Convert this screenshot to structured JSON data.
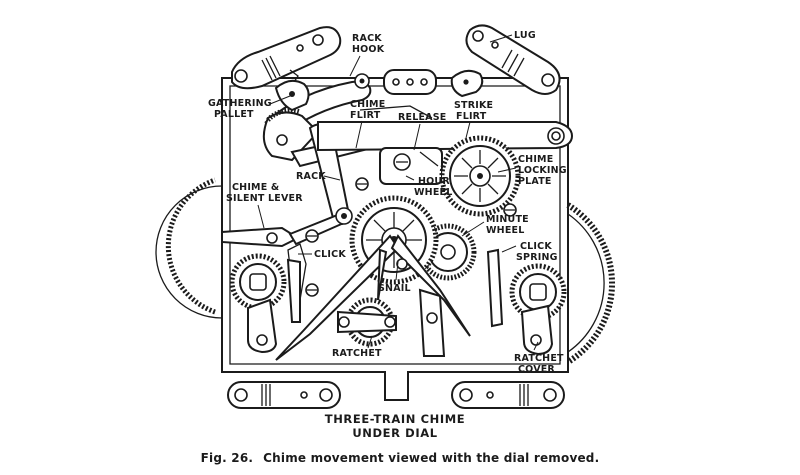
{
  "diagram": {
    "title_lines": [
      "THREE-TRAIN CHIME",
      "UNDER DIAL"
    ],
    "labels": {
      "rack_hook": [
        "RACK",
        "HOOK"
      ],
      "lug": [
        "LUG"
      ],
      "gathering_pallet": [
        "GATHERING",
        "PALLET"
      ],
      "chime_flirt": [
        "CHIME",
        "FLIRT"
      ],
      "release": [
        "RELEASE"
      ],
      "strike_flirt": [
        "STRIKE",
        "FLIRT"
      ],
      "rack": [
        "RACK"
      ],
      "hour_wheel": [
        "HOUR",
        "WHEEL"
      ],
      "chime_locking_plate": [
        "CHIME",
        "LOCKING",
        "PLATE"
      ],
      "chime_silent_lever": [
        "CHIME &",
        "SILENT LEVER"
      ],
      "minute_wheel": [
        "MINUTE",
        "WHEEL"
      ],
      "click_left": [
        "CLICK"
      ],
      "click_spring": [
        "CLICK",
        "SPRING"
      ],
      "snail": [
        "SNAIL"
      ],
      "ratchet": [
        "RATCHET"
      ],
      "ratchet_cover": [
        "RATCHET",
        "COVER"
      ]
    }
  },
  "caption": {
    "fig": "Fig. 26.",
    "text": "Chime movement viewed with the dial removed."
  }
}
